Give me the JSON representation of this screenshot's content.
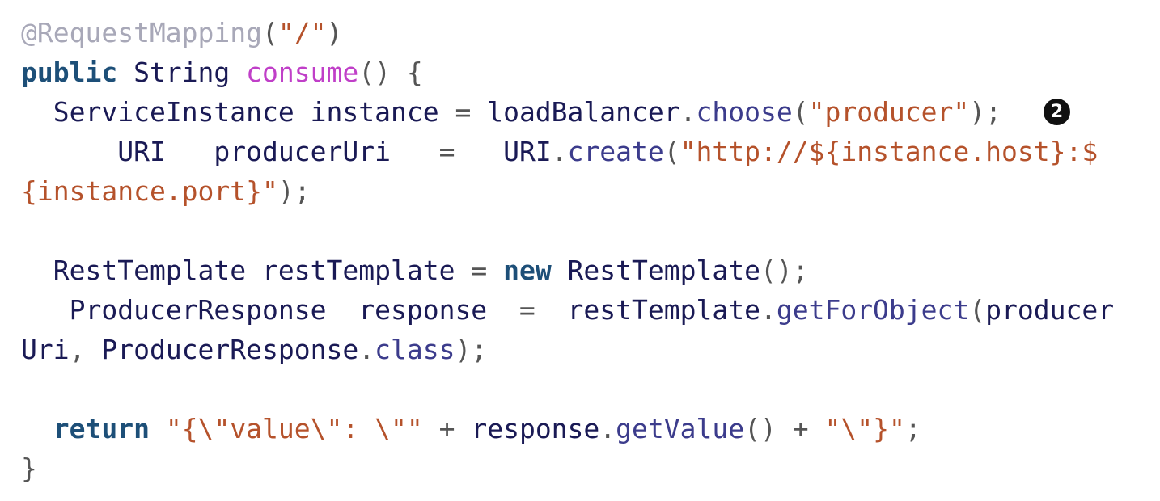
{
  "code": {
    "line1": {
      "annotation": "@RequestMapping",
      "open": "(",
      "path": "\"/\"",
      "close": ")"
    },
    "line2": {
      "kw_public": "public",
      "type": " String ",
      "method": "consume",
      "rest": "() {"
    },
    "line3": {
      "indent": "  ",
      "type": "ServiceInstance",
      "var": " instance ",
      "eq": "=",
      "space": " ",
      "obj": "loadBalancer",
      "dot": ".",
      "method": "choose",
      "open": "(",
      "arg": "\"producer\"",
      "close": ");",
      "callout": "2"
    },
    "line4": {
      "indent": "      ",
      "type": "URI",
      "var": "   producerUri   ",
      "eq": "=",
      "space": "   ",
      "obj": "URI",
      "dot": ".",
      "method": "create",
      "open": "(",
      "arg": "\"http://${instance.host}:$"
    },
    "line5": {
      "arg": "{instance.port}\"",
      "close": ");"
    },
    "line7": {
      "indent": "  ",
      "type": "RestTemplate",
      "var": " restTemplate ",
      "eq": "=",
      "space": " ",
      "kw_new": "new",
      "ctor": " RestTemplate",
      "close": "();"
    },
    "line8": {
      "indent": "   ",
      "type": "ProducerResponse",
      "var": "  response  ",
      "eq": "=",
      "space": "  ",
      "obj": "restTemplate",
      "dot": ".",
      "method": "getForObject",
      "open": "(",
      "arg": "producer"
    },
    "line9": {
      "arg": "Uri",
      "comma": ",",
      "type": " ProducerResponse",
      "dot": ".",
      "cls": "class",
      "close": ");"
    },
    "line11": {
      "indent": "  ",
      "kw_return": "return",
      "space": " ",
      "str1": "\"{\\\"value\\\": \\\"\"",
      "plus1": " + ",
      "obj": "response",
      "dot": ".",
      "method": "getValue",
      "call": "()",
      "plus2": " + ",
      "str2": "\"\\\"}\"",
      "semi": ";"
    },
    "line12": {
      "close": "}"
    }
  }
}
